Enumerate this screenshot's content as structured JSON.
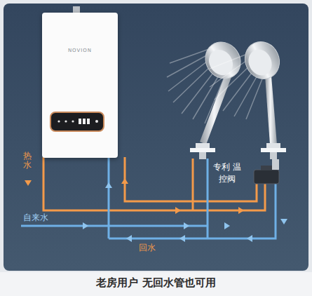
{
  "diagram": {
    "caption": "老房用户 无回水管也可用",
    "nodes": [
      {
        "text": [
          "NOVION"
        ]
      }
    ],
    "labels": [
      "热水",
      "自来水",
      "回水",
      "专利 温控阀"
    ]
  }
}
